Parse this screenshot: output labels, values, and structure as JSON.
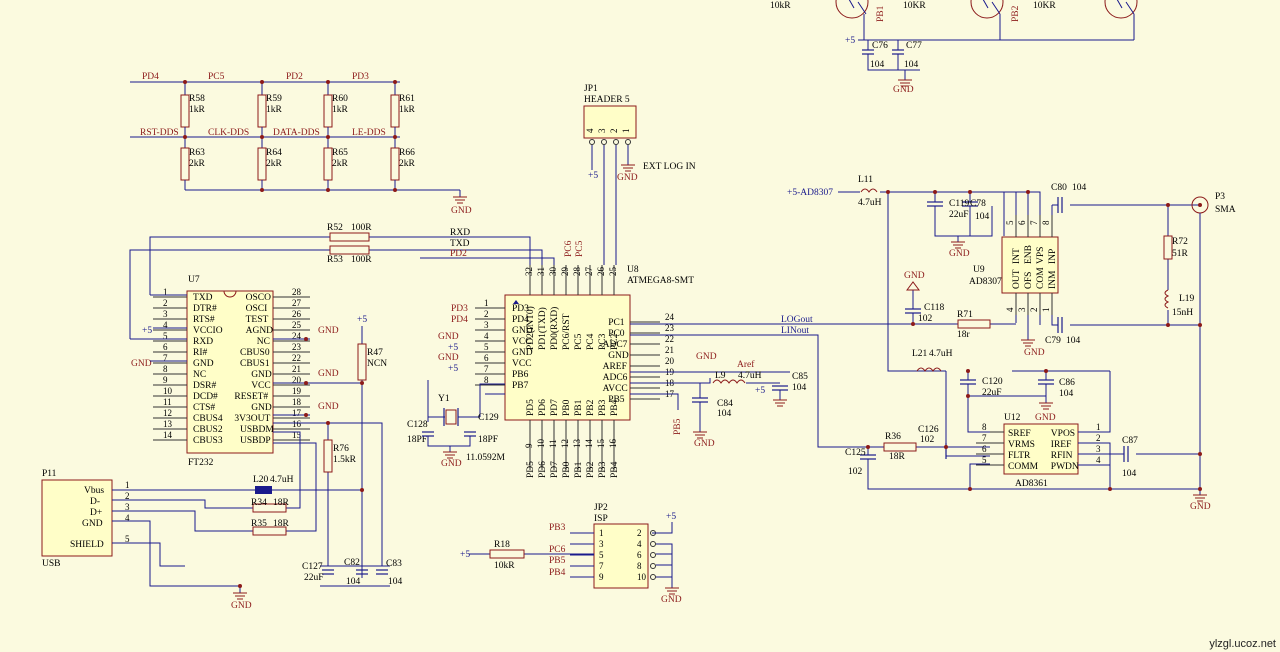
{
  "parts": {
    "u7": {
      "ref": "U7",
      "name": "FT232",
      "left_pins": [
        [
          "1",
          "TXD"
        ],
        [
          "2",
          "DTR#"
        ],
        [
          "3",
          "RTS#"
        ],
        [
          "4",
          "VCCIO"
        ],
        [
          "5",
          "RXD"
        ],
        [
          "6",
          "RI#"
        ],
        [
          "7",
          "GND"
        ],
        [
          "8",
          "NC"
        ],
        [
          "9",
          "DSR#"
        ],
        [
          "10",
          "DCD#"
        ],
        [
          "11",
          "CTS#"
        ],
        [
          "12",
          "CBUS4"
        ],
        [
          "13",
          "CBUS2"
        ],
        [
          "14",
          "CBUS3"
        ]
      ],
      "right_pins": [
        [
          "28",
          "OSCO"
        ],
        [
          "27",
          "OSCI"
        ],
        [
          "26",
          "TEST"
        ],
        [
          "25",
          "AGND"
        ],
        [
          "24",
          "NC"
        ],
        [
          "23",
          "CBUS0"
        ],
        [
          "22",
          "CBUS1"
        ],
        [
          "21",
          "GND"
        ],
        [
          "20",
          "VCC"
        ],
        [
          "19",
          "RESET#"
        ],
        [
          "18",
          "GND"
        ],
        [
          "17",
          "3V3OUT"
        ],
        [
          "16",
          "USBDM"
        ],
        [
          "15",
          "USBDP"
        ]
      ]
    },
    "u8": {
      "ref": "U8",
      "name": "ATMEGA8-SMT",
      "left_pins": [
        [
          "1",
          "PD3"
        ],
        [
          "2",
          "PD4"
        ],
        [
          "3",
          "GND"
        ],
        [
          "4",
          "VCC"
        ],
        [
          "5",
          "GND"
        ],
        [
          "6",
          "VCC"
        ],
        [
          "7",
          "PB6"
        ],
        [
          "8",
          "PB7"
        ]
      ],
      "right_pins": [
        [
          "24",
          "PC1"
        ],
        [
          "23",
          "PC0"
        ],
        [
          "22",
          "ADC7"
        ],
        [
          "21",
          "GND"
        ],
        [
          "20",
          "AREF"
        ],
        [
          "19",
          "ADC6"
        ],
        [
          "18",
          "AVCC"
        ],
        [
          "17",
          "PB5"
        ]
      ],
      "top_pins": [
        [
          "32",
          "PD2(INT0)"
        ],
        [
          "31",
          "PD1(TXD)"
        ],
        [
          "30",
          "PD0(RXD)"
        ],
        [
          "29",
          "PC6/RST"
        ],
        [
          "28",
          "PC5"
        ],
        [
          "27",
          "PC4"
        ],
        [
          "26",
          "PC3"
        ],
        [
          "25",
          "PC2"
        ]
      ],
      "bottom_pins": [
        [
          "9",
          "PD5"
        ],
        [
          "10",
          "PD6"
        ],
        [
          "11",
          "PD7"
        ],
        [
          "12",
          "PB0"
        ],
        [
          "13",
          "PB1"
        ],
        [
          "14",
          "PB2"
        ],
        [
          "15",
          "PB3"
        ],
        [
          "16",
          "PB4"
        ]
      ]
    },
    "u9": {
      "ref": "U9",
      "name": "AD8307",
      "pins_top": [
        "5",
        "6",
        "7",
        "8"
      ],
      "pins_bottom": [
        "4",
        "3",
        "2",
        "1"
      ],
      "labels": [
        "OUT",
        "OFS",
        "COM",
        "INM",
        "INT",
        "ENB",
        "VPS",
        "INP"
      ]
    },
    "u12": {
      "ref": "U12",
      "name": "AD8361",
      "left_pins": [
        [
          "8",
          "SREF"
        ],
        [
          "7",
          "VRMS"
        ],
        [
          "6",
          "FLTR"
        ],
        [
          "5",
          "COMM"
        ]
      ],
      "right_pins": [
        [
          "1",
          "VPOS"
        ],
        [
          "2",
          "IREF"
        ],
        [
          "3",
          "RFIN"
        ],
        [
          "4",
          "PWDN"
        ]
      ]
    },
    "jp1": {
      "ref": "JP1",
      "name": "HEADER 5",
      "pins": [
        "4",
        "3",
        "2",
        "1"
      ],
      "label": "EXT LOG IN"
    },
    "jp2": {
      "ref": "JP2",
      "name": "ISP",
      "left": [
        "1",
        "3",
        "5",
        "7",
        "9"
      ],
      "right": [
        "2",
        "4",
        "6",
        "8",
        "10"
      ]
    },
    "p11": {
      "ref": "P11",
      "name": "USB",
      "pins": [
        [
          "1",
          "Vbus"
        ],
        [
          "2",
          "D-"
        ],
        [
          "3",
          "D+"
        ],
        [
          "4",
          "GND"
        ],
        [
          "5",
          "SHIELD"
        ]
      ]
    },
    "p3": {
      "ref": "P3",
      "name": "SMA"
    }
  },
  "components": {
    "r58": {
      "ref": "R58",
      "val": "1kR"
    },
    "r59": {
      "ref": "R59",
      "val": "1kR"
    },
    "r60": {
      "ref": "R60",
      "val": "1kR"
    },
    "r61": {
      "ref": "R61",
      "val": "1kR"
    },
    "r63": {
      "ref": "R63",
      "val": "2kR"
    },
    "r64": {
      "ref": "R64",
      "val": "2kR"
    },
    "r65": {
      "ref": "R65",
      "val": "2kR"
    },
    "r66": {
      "ref": "R66",
      "val": "2kR"
    },
    "r52": {
      "ref": "R52",
      "val": "100R"
    },
    "r53": {
      "ref": "R53",
      "val": "100R"
    },
    "r47": {
      "ref": "R47",
      "val": "NCN"
    },
    "r76": {
      "ref": "R76",
      "val": "1.5kR"
    },
    "r34": {
      "ref": "R34",
      "val": "18R"
    },
    "r35": {
      "ref": "R35",
      "val": "18R"
    },
    "r18": {
      "ref": "R18",
      "val": "10kR"
    },
    "r71": {
      "ref": "R71",
      "val": "18r"
    },
    "r36": {
      "ref": "R36",
      "val": "18R"
    },
    "r72": {
      "ref": "R72",
      "val": "51R"
    },
    "l20": {
      "ref": "L20",
      "val": "4.7uH"
    },
    "l9": {
      "ref": "L9",
      "val": "4.7uH"
    },
    "l11": {
      "ref": "L11",
      "val": "4.7uH"
    },
    "l21": {
      "ref": "L21",
      "val": "4.7uH"
    },
    "l19": {
      "ref": "L19",
      "val": "15nH"
    },
    "c76": {
      "ref": "C76",
      "val": "104"
    },
    "c77": {
      "ref": "C77",
      "val": "104"
    },
    "c119": {
      "ref": "C119",
      "val": "22uF"
    },
    "c78": {
      "ref": "C78",
      "val": "104"
    },
    "c80": {
      "ref": "C80",
      "val": "104"
    },
    "c79": {
      "ref": "C79",
      "val": "104"
    },
    "c118": {
      "ref": "C118",
      "val": "102"
    },
    "c120": {
      "ref": "C120",
      "val": "22uF"
    },
    "c86": {
      "ref": "C86",
      "val": "104"
    },
    "c126": {
      "ref": "C126",
      "val": "102"
    },
    "c125": {
      "ref": "C125",
      "val": "102"
    },
    "c87": {
      "ref": "C87",
      "val": "104"
    },
    "c85": {
      "ref": "C85",
      "val": "104"
    },
    "c84": {
      "ref": "C84",
      "val": "104"
    },
    "c128": {
      "ref": "C128",
      "val": "18PF"
    },
    "c129": {
      "ref": "C129",
      "val": "18PF"
    },
    "c127": {
      "ref": "C127",
      "val": "22uF"
    },
    "c82": {
      "ref": "C82",
      "val": "104"
    },
    "c83": {
      "ref": "C83",
      "val": "104"
    },
    "y1": {
      "ref": "Y1",
      "val": "11.0592M"
    }
  },
  "top_strip": {
    "r1": "10kR",
    "pb1": "PB1",
    "r2": "10KR",
    "pb2": "PB2",
    "r3": "10KR"
  },
  "nets": {
    "pd4": "PD4",
    "pc5": "PC5",
    "pd2": "PD2",
    "pd3": "PD3",
    "rst_dds": "RST-DDS",
    "clk_dds": "CLK-DDS",
    "data_dds": "DATA-DDS",
    "le_dds": "LE-DDS",
    "rxd": "RXD",
    "txd": "TXD",
    "pd2b": "PD2",
    "pc6": "PC6",
    "pc5b": "PC5",
    "logout": "LOGout",
    "linout": "LINout",
    "aref": "Aref",
    "pb5": "PB5",
    "p5_ad8307": "+5-AD8307",
    "pb3": "PB3",
    "pc6b": "PC6",
    "pb5b": "PB5",
    "pb4": "PB4"
  },
  "power": {
    "gnd": "GND",
    "p5": "+5"
  },
  "watermark": "ylzgl.ucoz.net"
}
